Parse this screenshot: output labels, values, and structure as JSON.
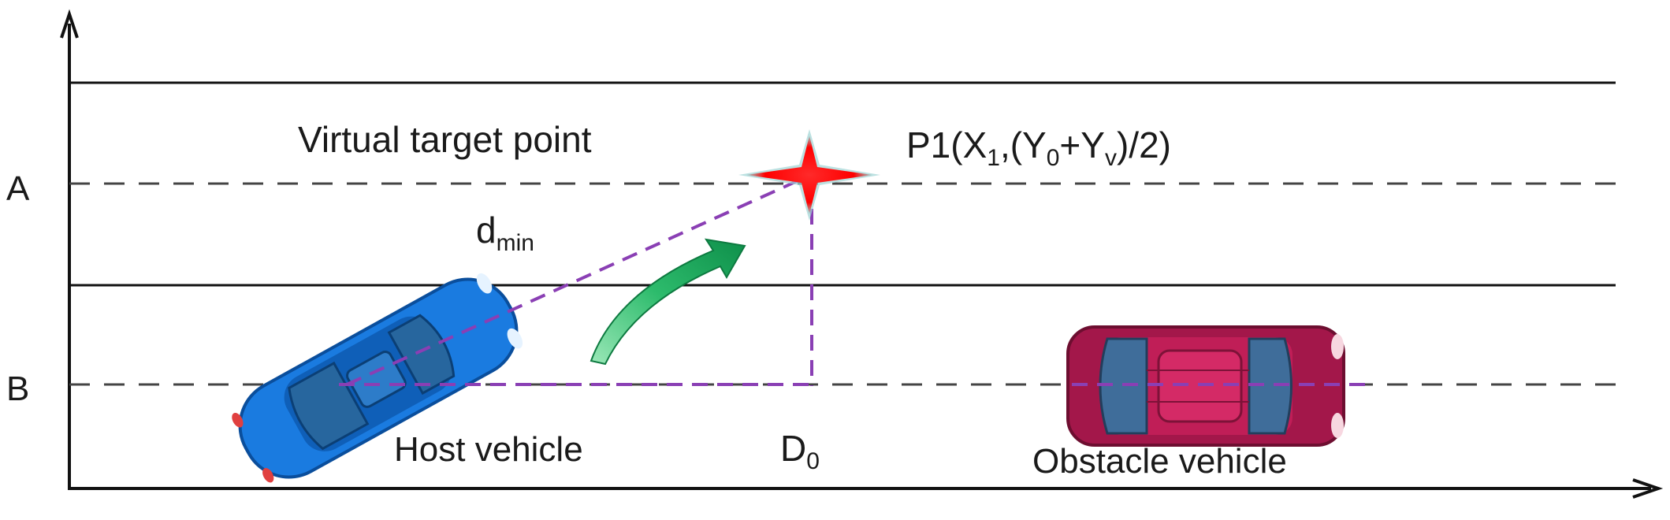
{
  "diagram": {
    "lane_labels": {
      "a": "A",
      "b": "B"
    },
    "labels": {
      "virtual_target": "Virtual target point",
      "p1_prefix": "P1(X",
      "p1_sub1": "1",
      "p1_mid": ",(Y",
      "p1_sub0": "0",
      "p1_plus": "+Y",
      "p1_subv": "v",
      "p1_suffix": ")/2)",
      "d_main": "d",
      "d_sub": "min",
      "host": "Host vehicle",
      "d0_main": "D",
      "d0_sub": "0",
      "obstacle": "Obstacle vehicle"
    },
    "colors": {
      "road_line": "#111111",
      "dashed_lane": "#444444",
      "guide_line": "#8a3fb4",
      "target_star": "#ff1a1a",
      "arrow": "#1fa85a",
      "host_car": "#1a7be0",
      "obstacle_car": "#a3174a"
    }
  }
}
